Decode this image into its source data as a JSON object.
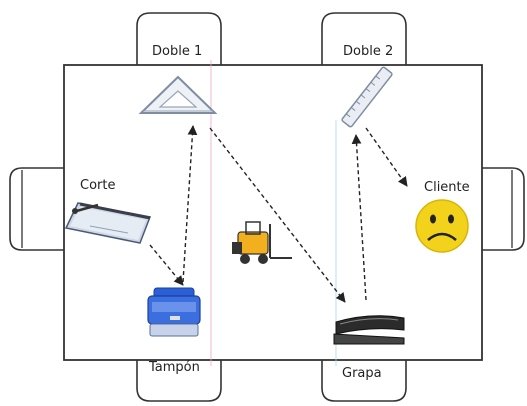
{
  "stations": {
    "doble1": "Doble 1",
    "doble2": "Doble 2",
    "corte": "Corte",
    "cliente": "Cliente",
    "tampon": "Tampón",
    "grapa": "Grapa"
  },
  "icons": {
    "set_square": "set-square-icon",
    "ruler": "ruler-icon",
    "paper_cutter": "paper-cutter-icon",
    "sad_face": "sad-face-icon",
    "stamp": "stamp-icon",
    "stapler": "stapler-icon",
    "forklift": "forklift-icon"
  },
  "colors": {
    "outline": "#333333",
    "chair_fill": "#ffffff",
    "table_fill": "#ffffff",
    "arrow": "#222222",
    "face": "#f2d21b",
    "stamp_blue": "#2a5fd6",
    "forklift_yellow": "#f2b01e"
  }
}
